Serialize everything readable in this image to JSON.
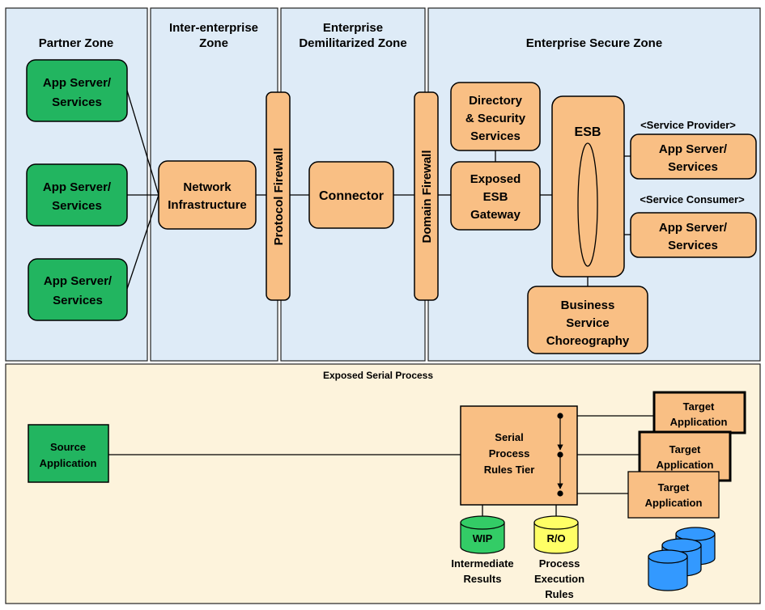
{
  "zones": {
    "partner": "Partner Zone",
    "inter_enterprise": [
      "Inter-enterprise",
      "Zone"
    ],
    "dmz": [
      "Enterprise",
      "Demilitarized Zone"
    ],
    "secure": "Enterprise Secure Zone"
  },
  "partner_apps": [
    [
      "App Server/",
      "Services"
    ],
    [
      "App Server/",
      "Services"
    ],
    [
      "App Server/",
      "Services"
    ]
  ],
  "network_infrastructure": [
    "Network",
    "Infrastructure"
  ],
  "protocol_firewall": "Protocol Firewall",
  "connector": "Connector",
  "domain_firewall": "Domain Firewall",
  "directory_security": [
    "Directory",
    "& Security",
    "Services"
  ],
  "exposed_gateway": [
    "Exposed",
    "ESB",
    "Gateway"
  ],
  "esb": "ESB",
  "service_provider": {
    "role": "<Service Provider>",
    "label": [
      "App Server/",
      "Services"
    ]
  },
  "service_consumer": {
    "role": "<Service Consumer>",
    "label": [
      "App Server/",
      "Services"
    ]
  },
  "choreography": [
    "Business",
    "Service",
    "Choreography"
  ],
  "serial": {
    "title": "Exposed Serial Process",
    "source": [
      "Source",
      "Application"
    ],
    "rules_tier": [
      "Serial",
      "Process",
      "Rules Tier"
    ],
    "targets": [
      [
        "Target",
        "Application"
      ],
      [
        "Target",
        "Application"
      ],
      [
        "Target",
        "Application"
      ]
    ],
    "wip": "WIP",
    "wip_caption": [
      "Intermediate",
      "Results"
    ],
    "ro": "R/O",
    "ro_caption": [
      "Process",
      "Execution",
      "Rules"
    ]
  },
  "colors": {
    "zone_fill": "#deebf7",
    "serial_fill": "#fdf3dc",
    "component_fill": "#f9bf84",
    "partner_fill": "#22b560",
    "wip_fill": "#33cc66",
    "ro_fill": "#ffff66",
    "db_fill": "#3399ff"
  }
}
